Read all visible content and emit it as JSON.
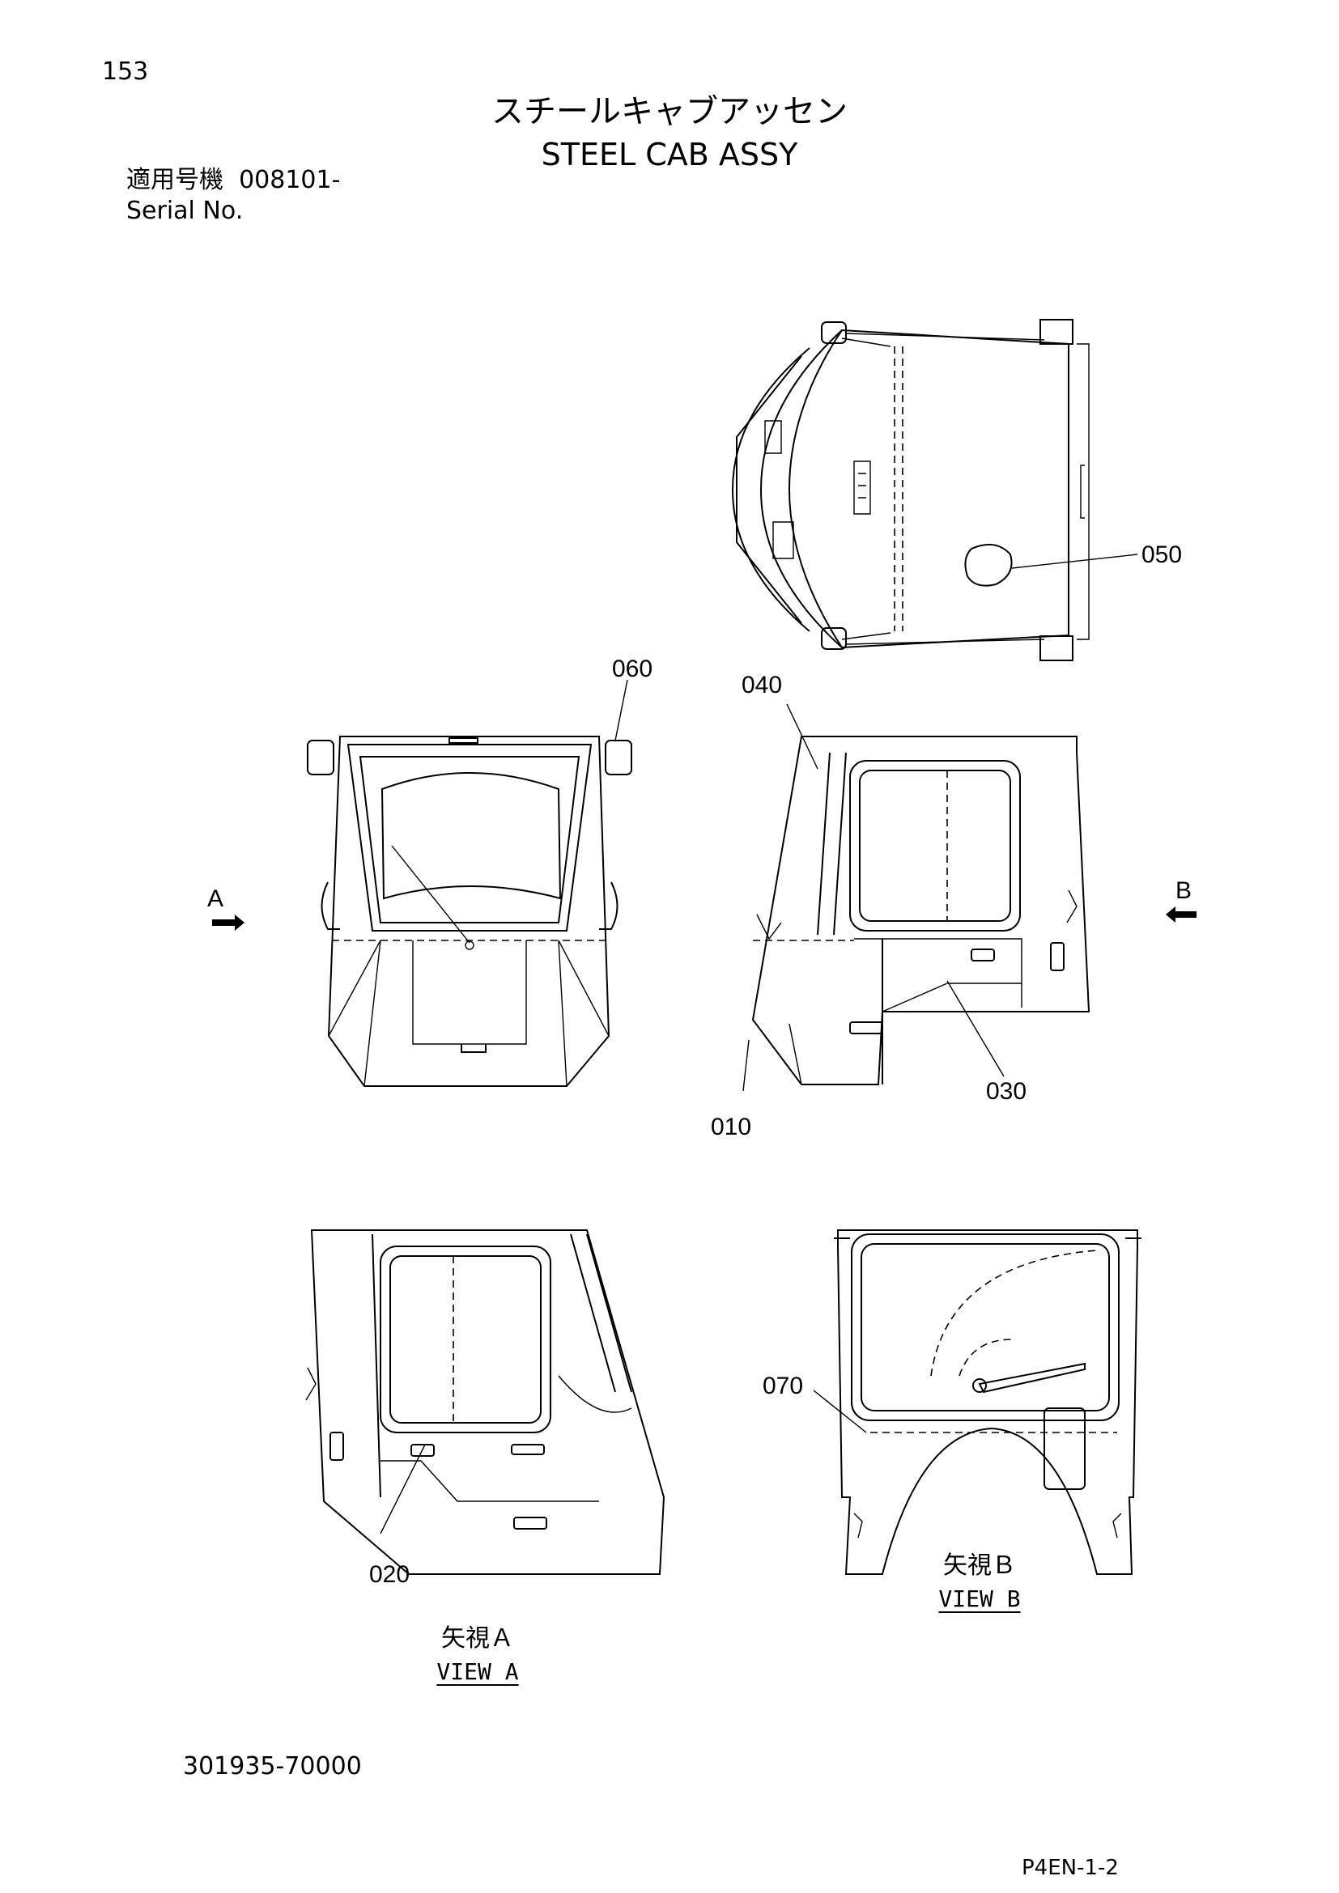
{
  "page": {
    "number": "153",
    "title_jp": "スチールキャブアッセン",
    "title_en": "STEEL CAB ASSY",
    "serial_label_jp": "適用号機",
    "serial_value": "008101-",
    "serial_label_en": "Serial No.",
    "drawing_number": "301935-70000",
    "page_code": "P4EN-1-2"
  },
  "views": {
    "arrow_a": "A",
    "arrow_b": "B",
    "view_a_jp": "矢視Ａ",
    "view_a_en": "VIEW A",
    "view_b_jp": "矢視Ｂ",
    "view_b_en": "VIEW B"
  },
  "callouts": {
    "c010": "010",
    "c020": "020",
    "c030": "030",
    "c040": "040",
    "c050": "050",
    "c060": "060",
    "c070": "070"
  }
}
